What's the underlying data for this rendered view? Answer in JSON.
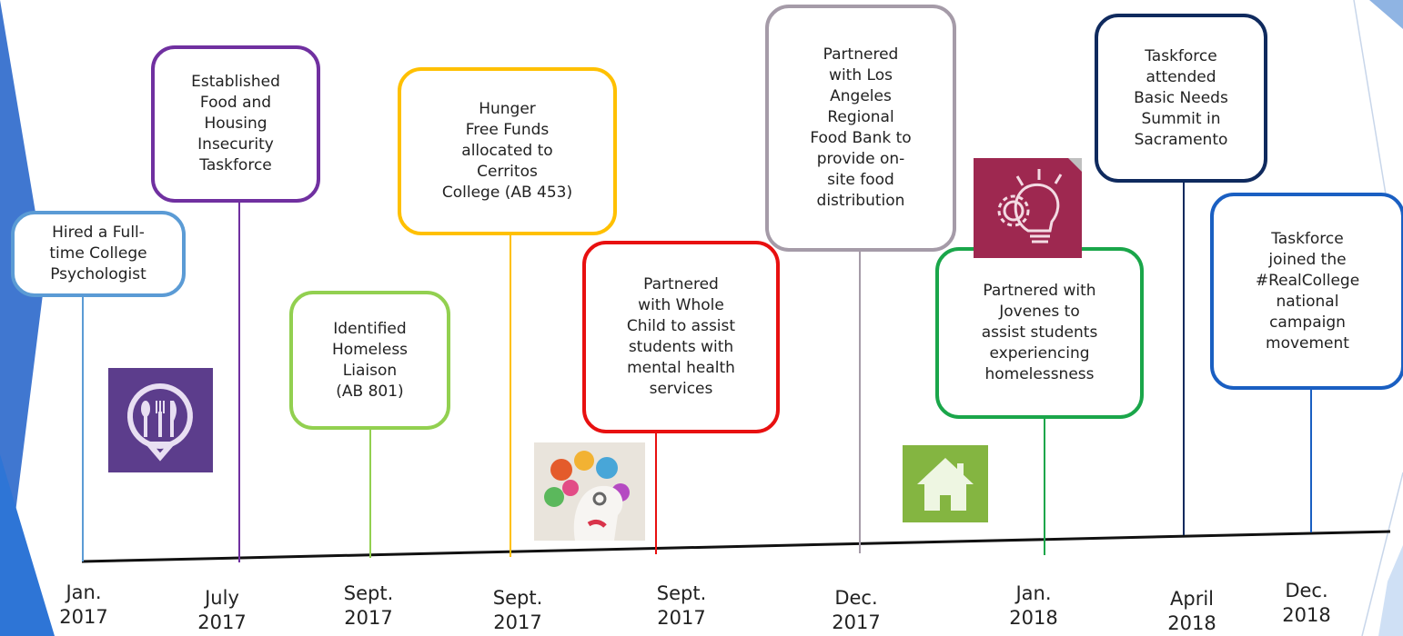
{
  "events": [
    {
      "text": "Hired a Full-\ntime College\nPsychologist",
      "date": "Jan.\n2017",
      "color": "#5b9bd5"
    },
    {
      "text": "Established\nFood and\nHousing\nInsecurity\nTaskforce",
      "date": "July\n2017",
      "color": "#7030a0"
    },
    {
      "text": "Identified\nHomeless\nLiaison\n(AB 801)",
      "date": "Sept.\n2017",
      "color": "#92d050"
    },
    {
      "text": "Hunger\nFree Funds\nallocated to\nCerritos\nCollege (AB 453)",
      "date": "Sept.\n2017",
      "color": "#ffc000"
    },
    {
      "text": "Partnered\nwith Whole\nChild to assist\nstudents with\nmental health\nservices",
      "date": "Sept.\n2017",
      "color": "#e81010"
    },
    {
      "text": "Partnered\nwith Los\nAngeles\nRegional\nFood Bank to\nprovide on-\nsite food\ndistribution",
      "date": "Dec.\n2017",
      "color": "#a59ba8"
    },
    {
      "text": "Partnered with\nJovenes to\nassist students\nexperiencing\nhomelessness",
      "date": "Jan.\n2018",
      "color": "#1aa64a"
    },
    {
      "text": "Taskforce\nattended\nBasic Needs\nSummit in\nSacramento",
      "date": "April\n2018",
      "color": "#0f2a5e"
    },
    {
      "text": "Taskforce\njoined the\n#RealCollege\nnational\ncampaign\nmovement",
      "date": "Dec.\n2018",
      "color": "#1a5fc2"
    }
  ],
  "icons": [
    {
      "name": "food-location-icon",
      "color": "#5c3d8c"
    },
    {
      "name": "mind-ideas-icon",
      "color": "#e9e4dc"
    },
    {
      "name": "home-icon",
      "color": "#84b541"
    },
    {
      "name": "lightbulb-gear-icon",
      "color": "#9e2850"
    }
  ]
}
